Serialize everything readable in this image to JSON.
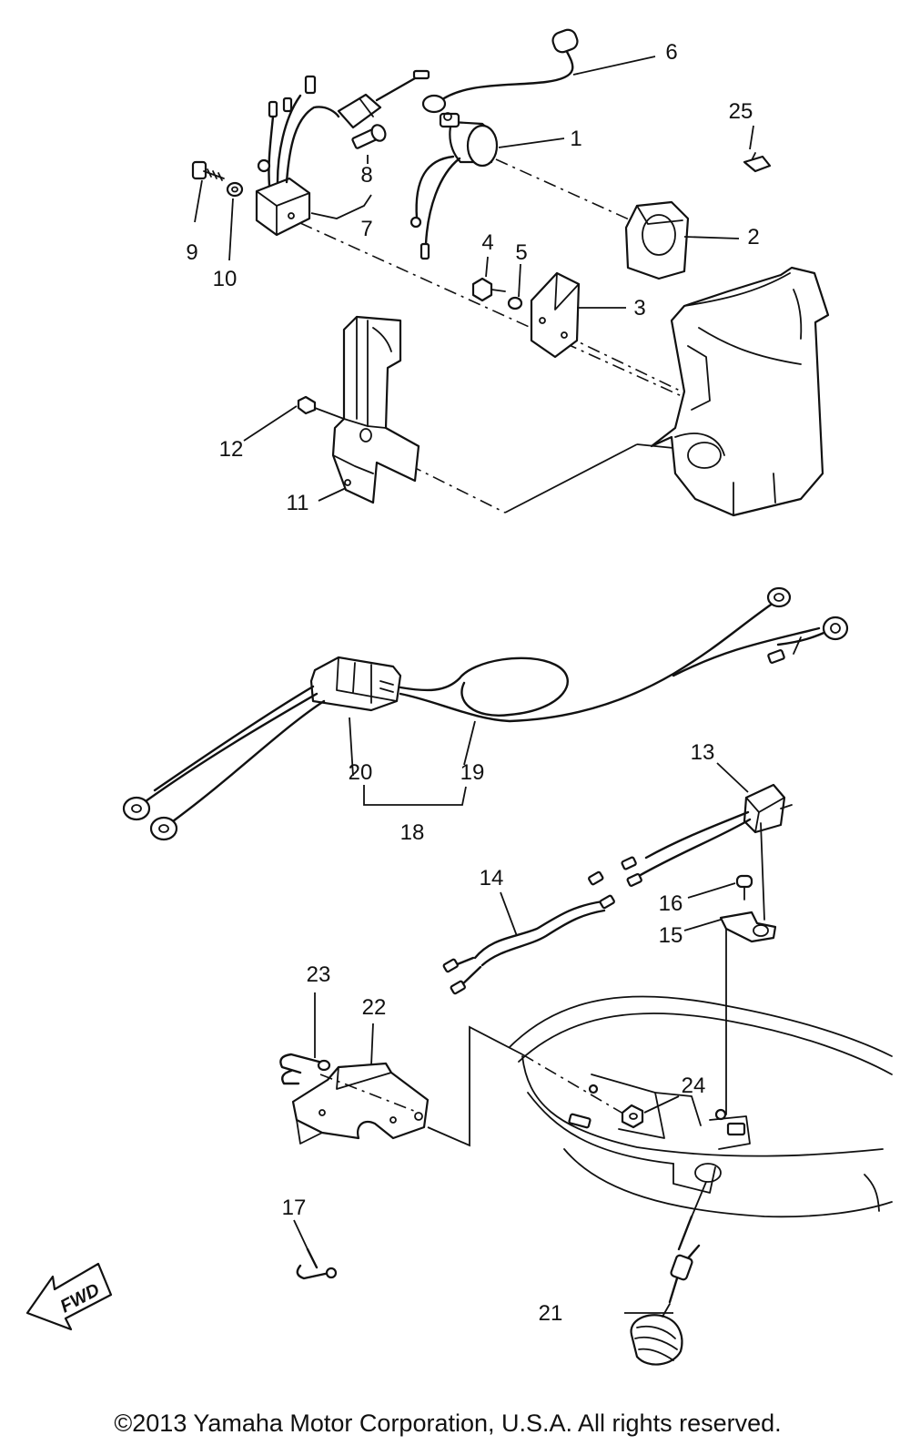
{
  "diagram": {
    "callouts": [
      "1",
      "2",
      "3",
      "4",
      "5",
      "6",
      "7",
      "8",
      "9",
      "10",
      "11",
      "12",
      "13",
      "14",
      "15",
      "16",
      "17",
      "18",
      "19",
      "20",
      "21",
      "22",
      "23",
      "24",
      "25"
    ],
    "direction_label": "FWD",
    "copyright": "©2013 Yamaha Motor Corporation, U.S.A. All rights reserved."
  }
}
